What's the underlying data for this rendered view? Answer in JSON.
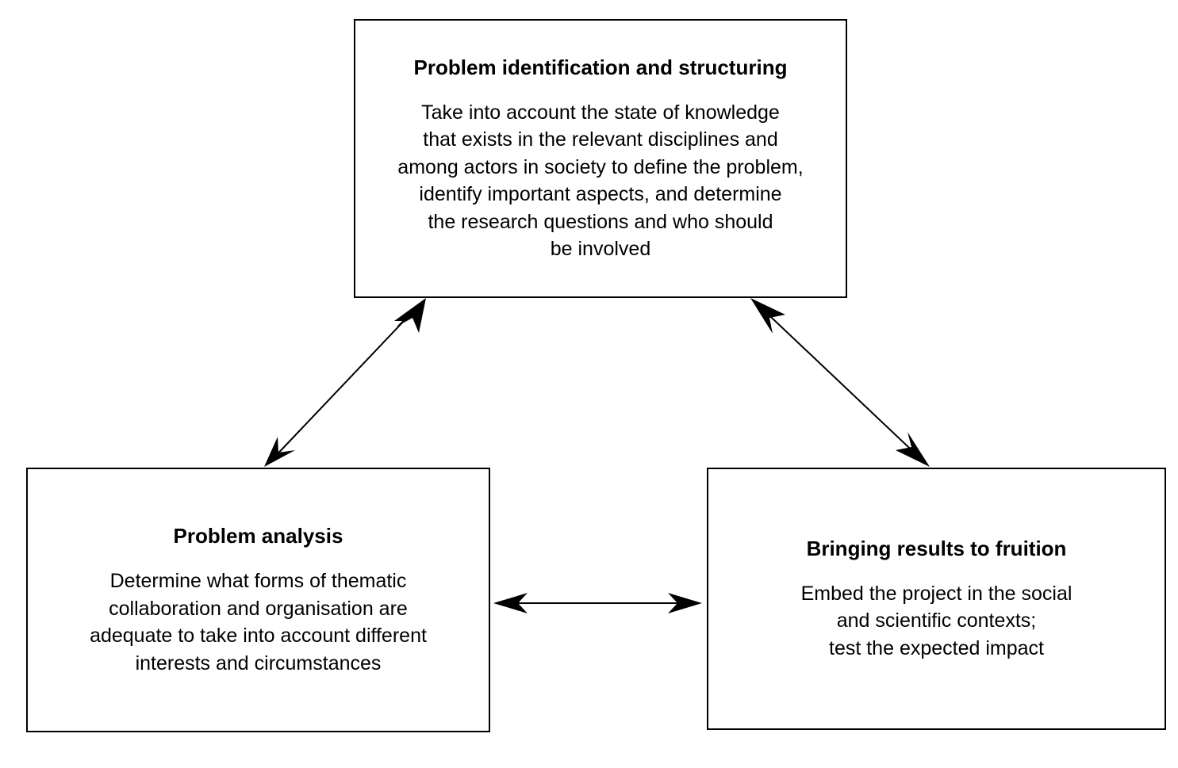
{
  "boxes": {
    "top": {
      "title": "Problem identification and structuring",
      "lines": [
        "Take into account the state of knowledge",
        "that exists in the relevant disciplines and",
        "among actors in society to define the problem,",
        "identify important aspects, and determine",
        "the research questions and who should",
        "be involved"
      ]
    },
    "left": {
      "title": "Problem analysis",
      "lines": [
        "Determine what forms of thematic",
        "collaboration and organisation are",
        "adequate to take into account different",
        "interests and circumstances"
      ]
    },
    "right": {
      "title": "Bringing results to fruition",
      "lines": [
        "Embed the project in the social",
        "and scientific contexts;",
        "test the expected impact"
      ]
    }
  },
  "arrows": [
    {
      "from": "top",
      "to": "left",
      "direction": "bidirectional"
    },
    {
      "from": "top",
      "to": "right",
      "direction": "bidirectional"
    },
    {
      "from": "left",
      "to": "right",
      "direction": "bidirectional"
    }
  ]
}
